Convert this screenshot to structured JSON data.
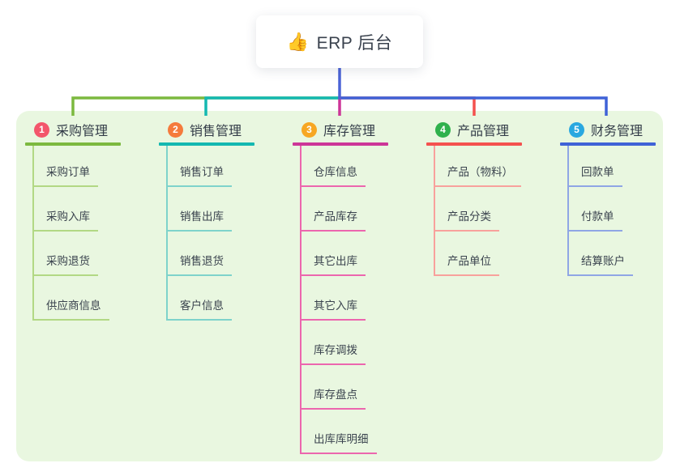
{
  "root": {
    "label": "ERP 后台",
    "icon_char": "👍",
    "stem_color": "#4b63d6"
  },
  "canvas": {
    "page_background": "#ffffff",
    "panel_background": "#e9f7e0"
  },
  "branches": [
    {
      "badge": "1",
      "badge_color": "#f3566b",
      "label": "采购管理",
      "line_color": "#7cb93f",
      "child_line_color": "#b2d884",
      "children": [
        "采购订单",
        "采购入库",
        "采购退货",
        "供应商信息"
      ]
    },
    {
      "badge": "2",
      "badge_color": "#f57b3c",
      "label": "销售管理",
      "line_color": "#14b8b1",
      "child_line_color": "#7ed3cb",
      "children": [
        "销售订单",
        "销售出库",
        "销售退货",
        "客户信息"
      ]
    },
    {
      "badge": "3",
      "badge_color": "#cd3598",
      "label": "库存管理",
      "line_color": "#cd3598",
      "child_line_color": "#ec66ae",
      "badge_fill": "#f7a723",
      "children": [
        "仓库信息",
        "产品库存",
        "其它出库",
        "其它入库",
        "库存调拨",
        "库存盘点",
        "出库库明细"
      ]
    },
    {
      "badge": "4",
      "badge_color": "#2fb14c",
      "label": "产品管理",
      "line_color": "#f4514e",
      "child_line_color": "#f8a19c",
      "children": [
        "产品（物料）",
        "产品分类",
        "产品单位"
      ]
    },
    {
      "badge": "5",
      "badge_color": "#29a8e0",
      "label": "财务管理",
      "line_color": "#3f62d7",
      "child_line_color": "#8fa6e5",
      "children": [
        "回款单",
        "付款单",
        "结算账户"
      ]
    }
  ]
}
